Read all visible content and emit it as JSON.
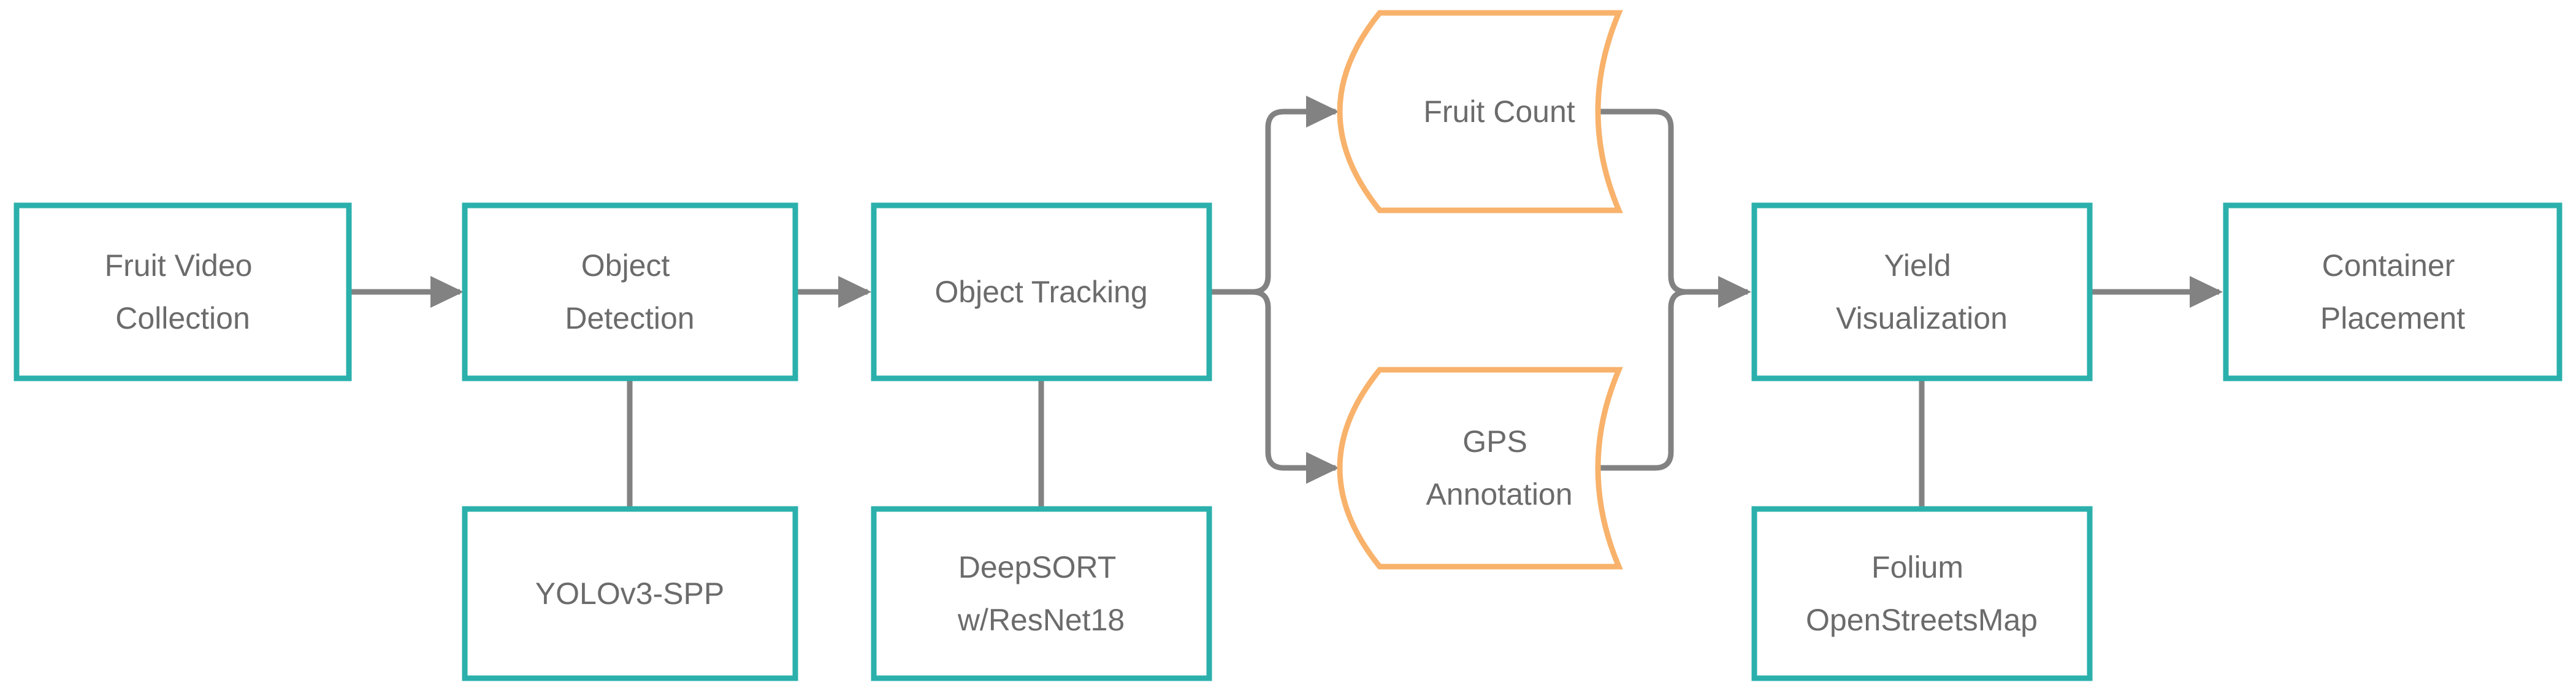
{
  "diagram": {
    "type": "flowchart",
    "background_color": "#ffffff",
    "colors": {
      "process_border_teal": "#2BB0AC",
      "data_shape_border_orange": "#F8B26B",
      "connector_gray": "#828282",
      "label_text_gray": "#6B6B6B"
    },
    "nodes": {
      "fruit_video_collection": {
        "label": "Fruit Video Collection",
        "lines": [
          "Fruit Video",
          "Collection"
        ],
        "shape": "rectangle",
        "border_color": "#2BB0AC"
      },
      "object_detection": {
        "label": "Object Detection",
        "lines": [
          "Object",
          "Detection"
        ],
        "shape": "rectangle",
        "border_color": "#2BB0AC"
      },
      "object_tracking": {
        "label": "Object Tracking",
        "lines": [
          "Object Tracking"
        ],
        "shape": "rectangle",
        "border_color": "#2BB0AC"
      },
      "yolov3_spp": {
        "label": "YOLOv3-SPP",
        "lines": [
          "YOLOv3-SPP"
        ],
        "shape": "rectangle",
        "border_color": "#2BB0AC"
      },
      "deepsort_resnet18": {
        "label": "DeepSORT w/ResNet18",
        "lines": [
          "DeepSORT",
          "w/ResNet18"
        ],
        "shape": "rectangle",
        "border_color": "#2BB0AC"
      },
      "fruit_count": {
        "label": "Fruit Count",
        "lines": [
          "Fruit Count"
        ],
        "shape": "curved-card",
        "border_color": "#F8B26B"
      },
      "gps_annotation": {
        "label": "GPS Annotation",
        "lines": [
          "GPS",
          "Annotation"
        ],
        "shape": "curved-card",
        "border_color": "#F8B26B"
      },
      "yield_visualization": {
        "label": "Yield Visualization",
        "lines": [
          "Yield",
          "Visualization"
        ],
        "shape": "rectangle",
        "border_color": "#2BB0AC"
      },
      "folium_openstreetsmap": {
        "label": "Folium OpenStreetsMap",
        "lines": [
          "Folium",
          "OpenStreetsMap"
        ],
        "shape": "rectangle",
        "border_color": "#2BB0AC"
      },
      "container_placement": {
        "label": "Container Placement",
        "lines": [
          "Container",
          "Placement"
        ],
        "shape": "rectangle",
        "border_color": "#2BB0AC"
      }
    },
    "edges": [
      {
        "from": "Fruit Video Collection",
        "to": "Object Detection",
        "arrow": true
      },
      {
        "from": "Object Detection",
        "to": "Object Tracking",
        "arrow": true
      },
      {
        "from": "Object Detection",
        "to": "YOLOv3-SPP",
        "arrow": false
      },
      {
        "from": "Object Tracking",
        "to": "DeepSORT w/ResNet18",
        "arrow": false
      },
      {
        "from": "Object Tracking",
        "to": "Fruit Count",
        "arrow": true
      },
      {
        "from": "Object Tracking",
        "to": "GPS Annotation",
        "arrow": true
      },
      {
        "from": "Fruit Count",
        "to": "Yield Visualization",
        "arrow": true
      },
      {
        "from": "GPS Annotation",
        "to": "Yield Visualization",
        "arrow": true
      },
      {
        "from": "Yield Visualization",
        "to": "Folium OpenStreetsMap",
        "arrow": false
      },
      {
        "from": "Yield Visualization",
        "to": "Container Placement",
        "arrow": true
      }
    ]
  }
}
